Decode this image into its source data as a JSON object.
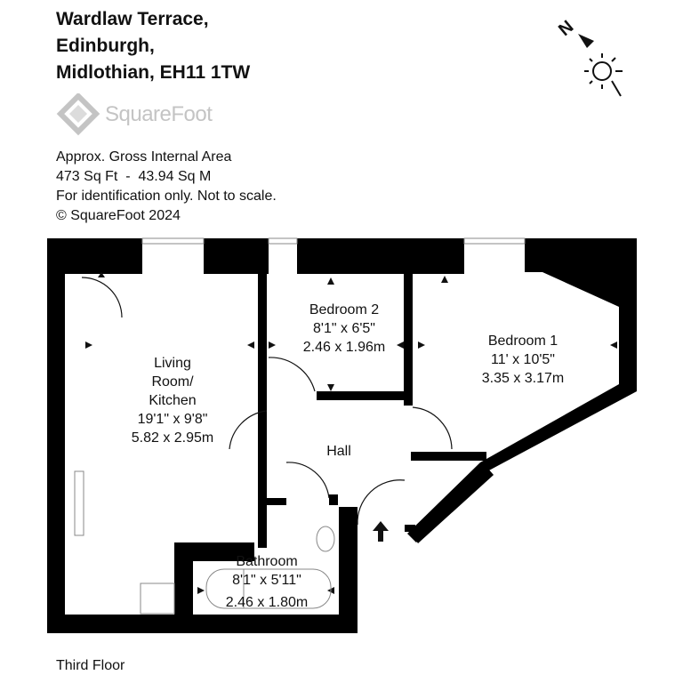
{
  "header": {
    "address_line_1": "Wardlaw Terrace,",
    "address_line_2": "Edinburgh,",
    "address_line_3": "Midlothian, EH11 1TW"
  },
  "logo": {
    "text": "SquareFoot"
  },
  "info": {
    "area_heading": "Approx. Gross Internal Area",
    "area_values": "473 Sq Ft  -  43.94 Sq M",
    "disclaimer": "For identification only. Not to scale.",
    "copyright": "© SquareFoot 2024"
  },
  "compass": {
    "label": "N",
    "icon": "compass-sun-icon"
  },
  "rooms": {
    "living": {
      "name_1": "Living",
      "name_2": "Room/",
      "name_3": "Kitchen",
      "imperial": "19'1\" x 9'8\"",
      "metric": "5.82 x 2.95m"
    },
    "bedroom2": {
      "name": "Bedroom 2",
      "imperial": "8'1\" x 6'5\"",
      "metric": "2.46 x 1.96m"
    },
    "bedroom1": {
      "name": "Bedroom 1",
      "imperial": "11' x 10'5\"",
      "metric": "3.35 x 3.17m"
    },
    "hall": {
      "name": "Hall"
    },
    "bathroom": {
      "name": "Bathroom",
      "imperial": "8'1\" x 5'11\"",
      "metric": "2.46 x 1.80m"
    }
  },
  "footer": {
    "floor": "Third Floor"
  },
  "colors": {
    "wall": "#000000",
    "logo": "#c4c4c4",
    "fixture": "#888888"
  }
}
